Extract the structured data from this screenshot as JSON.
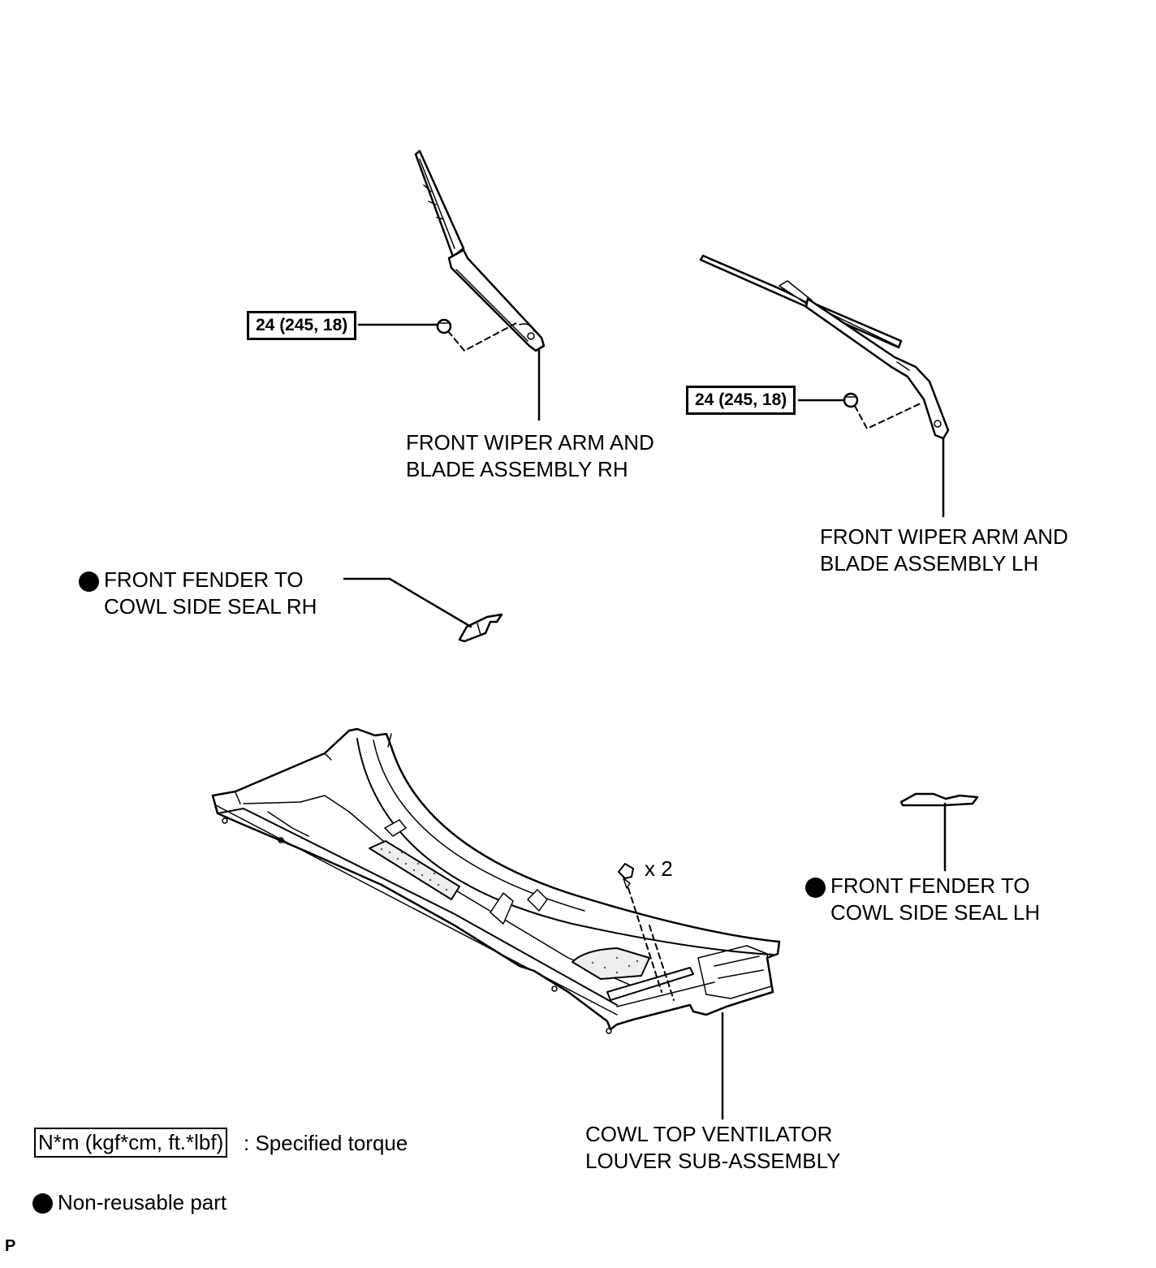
{
  "torque_specs": [
    {
      "value": "24 (245, 18)"
    },
    {
      "value": "24 (245, 18)"
    }
  ],
  "parts": {
    "wiper_rh": {
      "line1": "FRONT WIPER ARM AND",
      "line2": "BLADE ASSEMBLY RH"
    },
    "wiper_lh": {
      "line1": "FRONT WIPER ARM AND",
      "line2": "BLADE ASSEMBLY LH"
    },
    "seal_rh": {
      "line1": "FRONT FENDER TO",
      "line2": "COWL SIDE SEAL RH"
    },
    "seal_lh": {
      "line1": "FRONT FENDER TO",
      "line2": "COWL SIDE SEAL LH"
    },
    "louver": {
      "line1": "COWL TOP VENTILATOR",
      "line2": "LOUVER SUB-ASSEMBLY"
    }
  },
  "clip_qty": "x 2",
  "legend": {
    "torque_unit": "N*m (kgf*cm, ft.*lbf)",
    "torque_text": ": Specified torque",
    "nonreusable_text": "Non-reusable part"
  },
  "corner_mark": "P"
}
